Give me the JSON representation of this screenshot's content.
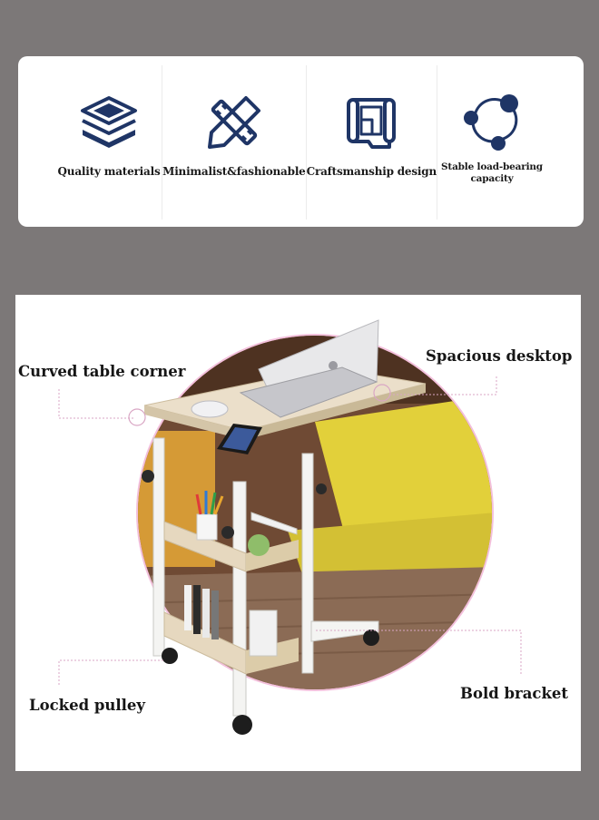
{
  "features": [
    {
      "label": "Quality materials",
      "icon": "layers-icon"
    },
    {
      "label": "Minimalist&fashionable",
      "icon": "pencil-ruler-icon"
    },
    {
      "label": "Craftsmanship design",
      "icon": "blueprint-scroll-icon"
    },
    {
      "label": "Stable load-bearing capacity",
      "icon": "triangle-nodes-icon"
    }
  ],
  "callouts": {
    "curved_corner": "Curved table corner",
    "spacious_desktop": "Spacious desktop",
    "locked_pulley": "Locked pulley",
    "bold_bracket": "Bold bracket"
  },
  "colors": {
    "page_background": "#7c7878",
    "icon_navy": "#1f3566",
    "callout_line": "#d9a6c4",
    "wood_top": "#ebdfca",
    "frame_white": "#f4f4f2"
  }
}
